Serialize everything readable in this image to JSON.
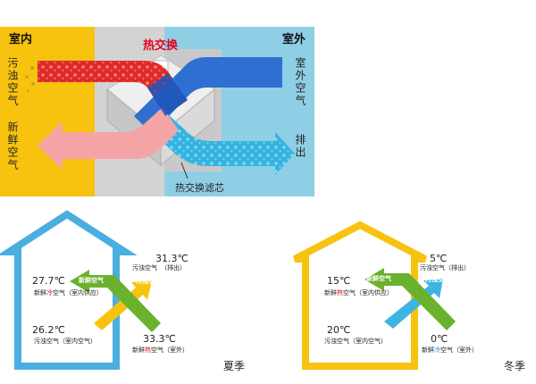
{
  "top": {
    "indoor_label": "室内",
    "outdoor_label": "室外",
    "exchange_title": "热交换",
    "dirty_air": "污浊空气",
    "fresh_air": "新鲜空气",
    "outdoor_air": "室外空气",
    "exhaust": "排出",
    "filter_label": "热交换滤芯",
    "colors": {
      "indoor_bg": "#f7c30f",
      "middle_bg": "#d6d6d6",
      "outdoor_bg": "#8fcfe6",
      "red_flow": "#e02a27",
      "pink_flow": "#f5a4a6",
      "blue_flow": "#34b4e0",
      "title_red": "#e3001b"
    }
  },
  "summer": {
    "season": "夏季",
    "indoor_top_temp": "27.7℃",
    "indoor_top_line_a": "新鲜",
    "indoor_top_line_b": "冷",
    "indoor_top_line_c": "空气（室内供应）",
    "indoor_bottom_temp": "26.2℃",
    "indoor_bottom_text": "污浊空气（室内空气）",
    "outdoor_top_temp": "31.3℃",
    "outdoor_top_line1": "污浊空气",
    "outdoor_top_line2": "（排出）",
    "outdoor_bottom_temp": "33.3℃",
    "outdoor_bottom_line_a": "新鲜",
    "outdoor_bottom_line_b": "热",
    "outdoor_bottom_line_c": "空气（室外）",
    "arrow_fresh": "新鲜空气",
    "arrow_dirty": "污浊空气",
    "colors": {
      "house": "#4aaee0",
      "fresh_arrow": "#6ab22e",
      "dirty_arrow": "#f7c30f"
    }
  },
  "winter": {
    "season": "冬季",
    "indoor_top_temp": "15℃",
    "indoor_top_line_a": "新鲜",
    "indoor_top_line_b": "热",
    "indoor_top_line_c": "空气（室内供应）",
    "indoor_bottom_temp": "20℃",
    "indoor_bottom_text": "污浊空气（室内空气）",
    "outdoor_top_temp": "5℃",
    "outdoor_top_line": "污浊空气（排出）",
    "outdoor_bottom_temp": "0℃",
    "outdoor_bottom_line_a": "新鲜",
    "outdoor_bottom_line_b": "冷",
    "outdoor_bottom_line_c": "空气（室外）",
    "arrow_fresh": "新鲜空气",
    "arrow_dirty": "污浊空气",
    "colors": {
      "house": "#f7c30f",
      "fresh_arrow": "#6ab22e",
      "dirty_arrow": "#3db4e2"
    }
  }
}
